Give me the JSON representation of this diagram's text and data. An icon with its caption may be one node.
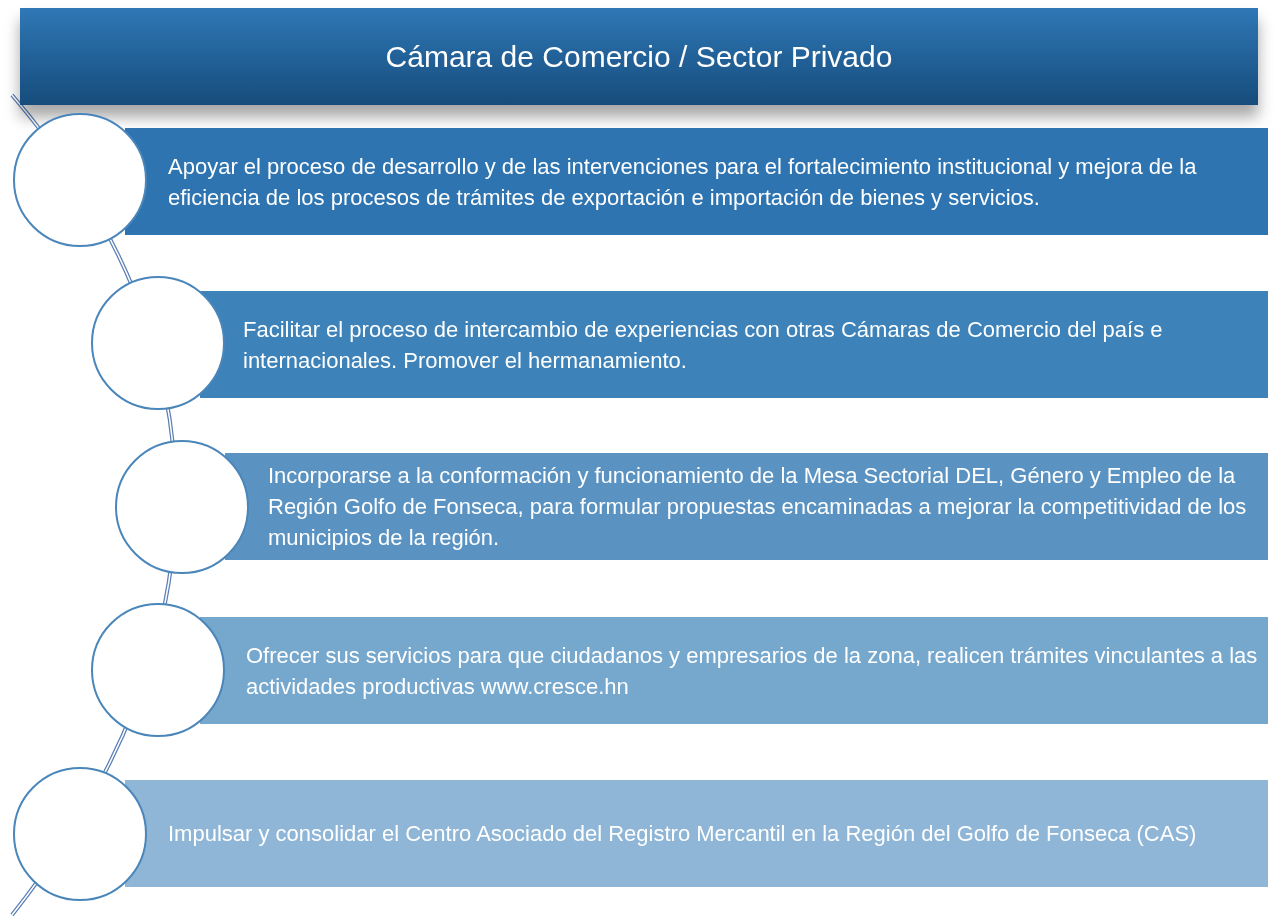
{
  "diagram": {
    "title": "Cámara de Comercio / Sector Privado",
    "nodes": [
      {
        "text": [
          "Apoyar el proceso de desarrollo y de las intervenciones para el fortalecimiento institucional y mejora de la eficiencia de los procesos de trámites de exportación e importación de bienes y servicios."
        ]
      },
      {
        "text": [
          "Facilitar el proceso de intercambio de experiencias con otras Cámaras de Comercio del país e internacionales. Promover el hermanamiento."
        ]
      },
      {
        "text": [
          "Incorporarse a la conformación y funcionamiento de la Mesa Sectorial DEL, Género y Empleo de la Región Golfo de Fonseca, para formular propuestas encaminadas a mejorar la competitividad de los municipios de la región."
        ]
      },
      {
        "text": [
          "Ofrecer sus servicios para que ciudadanos y empresarios de la zona, realicen trámites vinculantes a las actividades productivas www.cresce.hn"
        ]
      },
      {
        "text": [
          "Impulsar y consolidar el Centro Asociado del Registro Mercantil en la Región del Golfo de Fonseca (CAS)"
        ]
      },
      {
        "text": [],
        "shape": "circle"
      },
      {
        "text": [],
        "shape": "circle"
      },
      {
        "text": [],
        "shape": "circle"
      },
      {
        "text": [],
        "shape": "circle"
      },
      {
        "text": [],
        "shape": "circle"
      }
    ]
  }
}
